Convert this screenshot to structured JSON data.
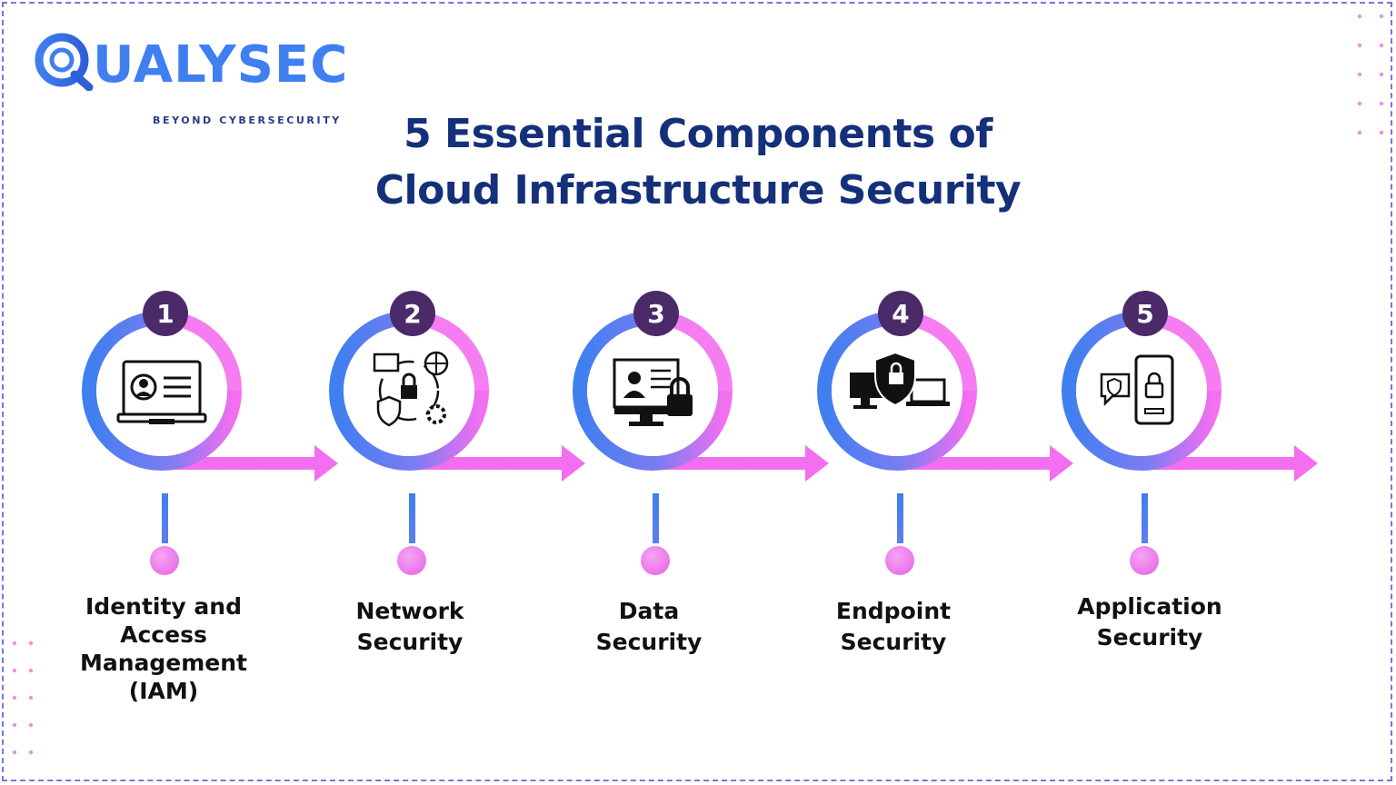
{
  "brand": {
    "name": "QUALYSEC",
    "tagline": "BEYOND CYBERSECURITY"
  },
  "title": {
    "line1": "5 Essential Components of",
    "line2": "Cloud Infrastructure Security"
  },
  "colors": {
    "navy": "#15307a",
    "blue": "#3f7ff0",
    "pink": "#f46ff0",
    "purple_badge": "#4b2a6a",
    "dots": "#f08ee0"
  },
  "steps": [
    {
      "number": "1",
      "label_lines": [
        "Identity and",
        "Access",
        "Management",
        "(IAM)"
      ],
      "icon": "laptop-profile-icon"
    },
    {
      "number": "2",
      "label_lines": [
        "Network",
        "Security"
      ],
      "icon": "network-shield-icon"
    },
    {
      "number": "3",
      "label_lines": [
        "Data",
        "Security"
      ],
      "icon": "monitor-lock-icon"
    },
    {
      "number": "4",
      "label_lines": [
        "Endpoint",
        "Security"
      ],
      "icon": "devices-shield-icon"
    },
    {
      "number": "5",
      "label_lines": [
        "Application",
        "Security"
      ],
      "icon": "phone-lock-icon"
    }
  ]
}
